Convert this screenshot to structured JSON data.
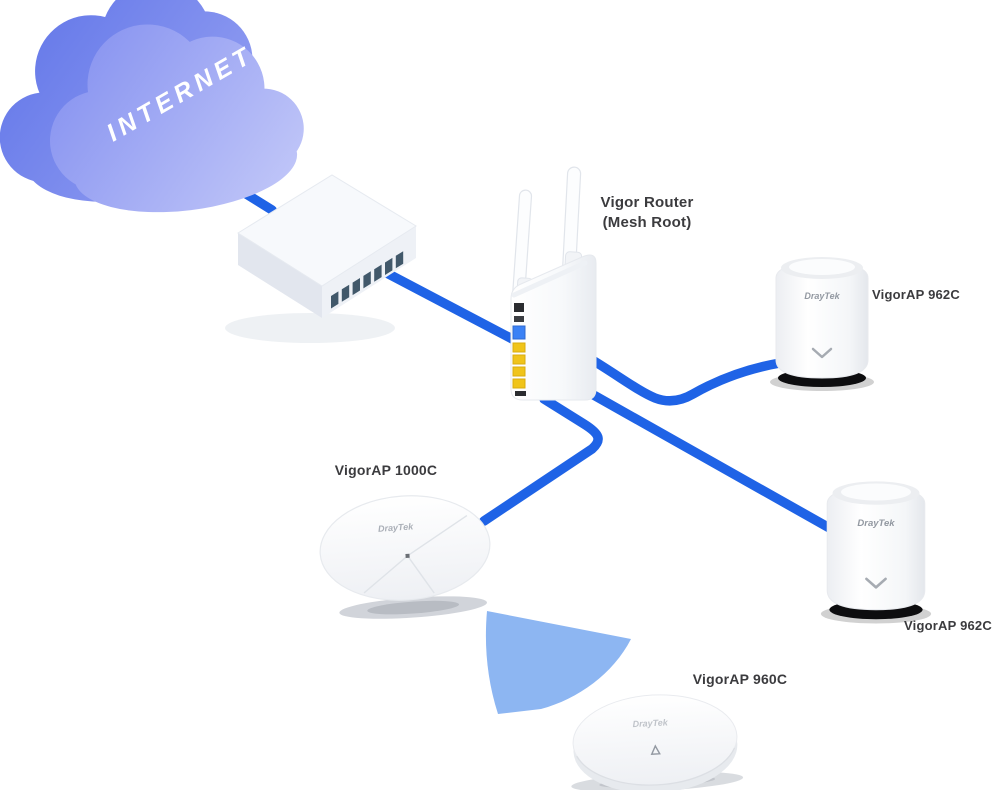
{
  "cloud": {
    "label": "INTERNET"
  },
  "switch": {
    "ports": 7
  },
  "router": {
    "label_line1": "Vigor Router",
    "label_line2": "(Mesh Root)"
  },
  "aps": {
    "top_right": {
      "label": "VigorAP 962C",
      "logo": "DrayTek"
    },
    "dish": {
      "label": "VigorAP 1000C",
      "logo": "DrayTek"
    },
    "bottom_right": {
      "label": "VigorAP 962C",
      "logo": "DrayTek"
    },
    "ceiling": {
      "label": "VigorAP 960C",
      "logo": "DrayTek"
    }
  },
  "colors": {
    "cable": "#1f63e6",
    "wifi_wedge": "#8db6f2",
    "cloud_front": "#98a2f3",
    "cloud_back": "#6478ea",
    "label_text": "#3b3b3e",
    "wan_port": "#3b82f6",
    "lan_port": "#f0c419",
    "switch_port": "#41586a"
  }
}
